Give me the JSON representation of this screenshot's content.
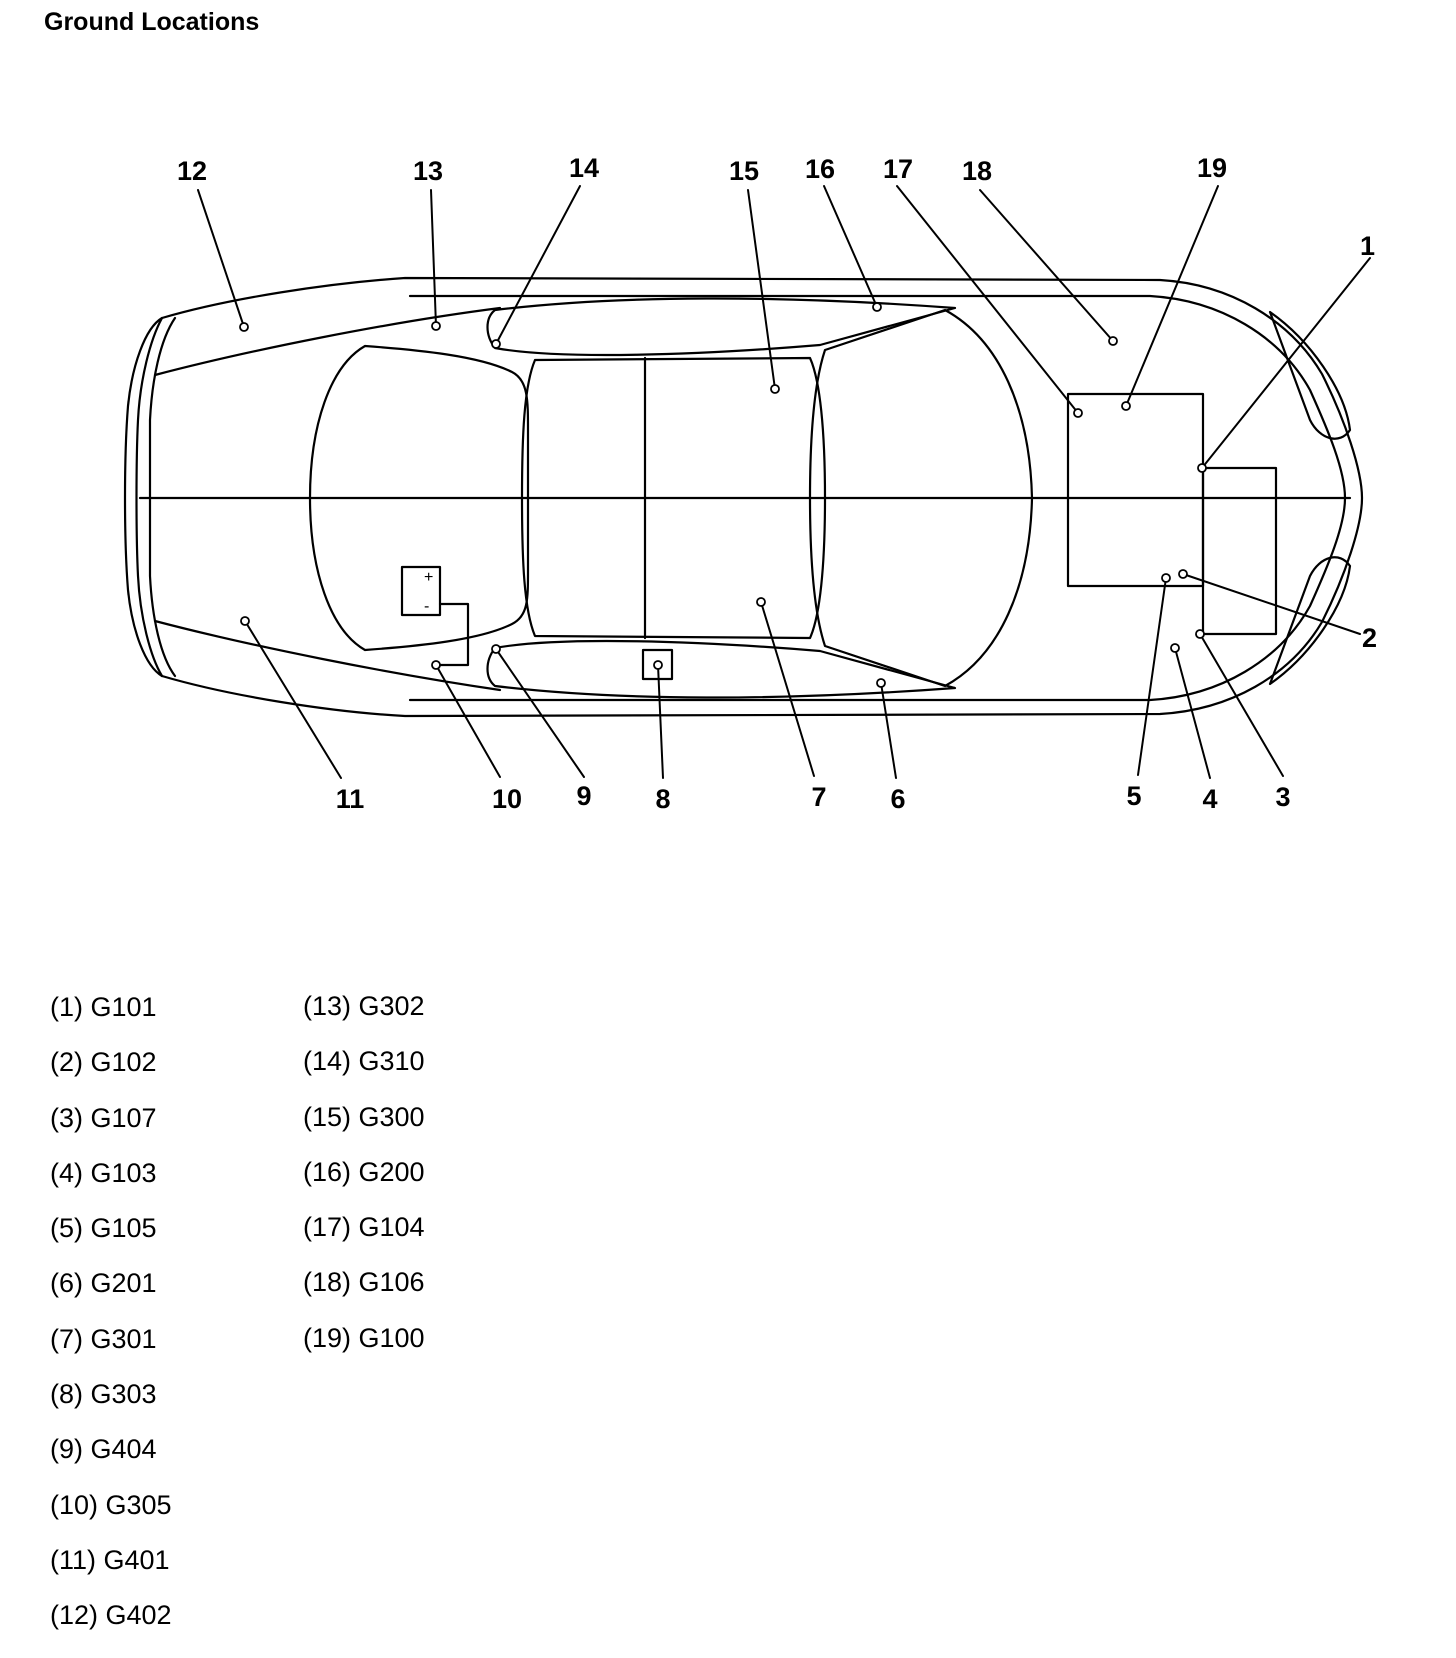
{
  "title": "Ground Locations",
  "callout_numbers": [
    "1",
    "2",
    "3",
    "4",
    "5",
    "6",
    "7",
    "8",
    "9",
    "10",
    "11",
    "12",
    "13",
    "14",
    "15",
    "16",
    "17",
    "18",
    "19"
  ],
  "legend_col1": [
    "(1) G101",
    "(2) G102",
    "(3) G107",
    "(4) G103",
    "(5) G105",
    "(6) G201",
    "(7) G301",
    "(8) G303",
    "(9) G404",
    "(10) G305",
    "(11) G401",
    "(12) G402"
  ],
  "legend_col2": [
    "(13) G302",
    "(14) G310",
    "(15) G300",
    "(16) G200",
    "(17) G104",
    "(18) G106",
    "(19) G100"
  ]
}
